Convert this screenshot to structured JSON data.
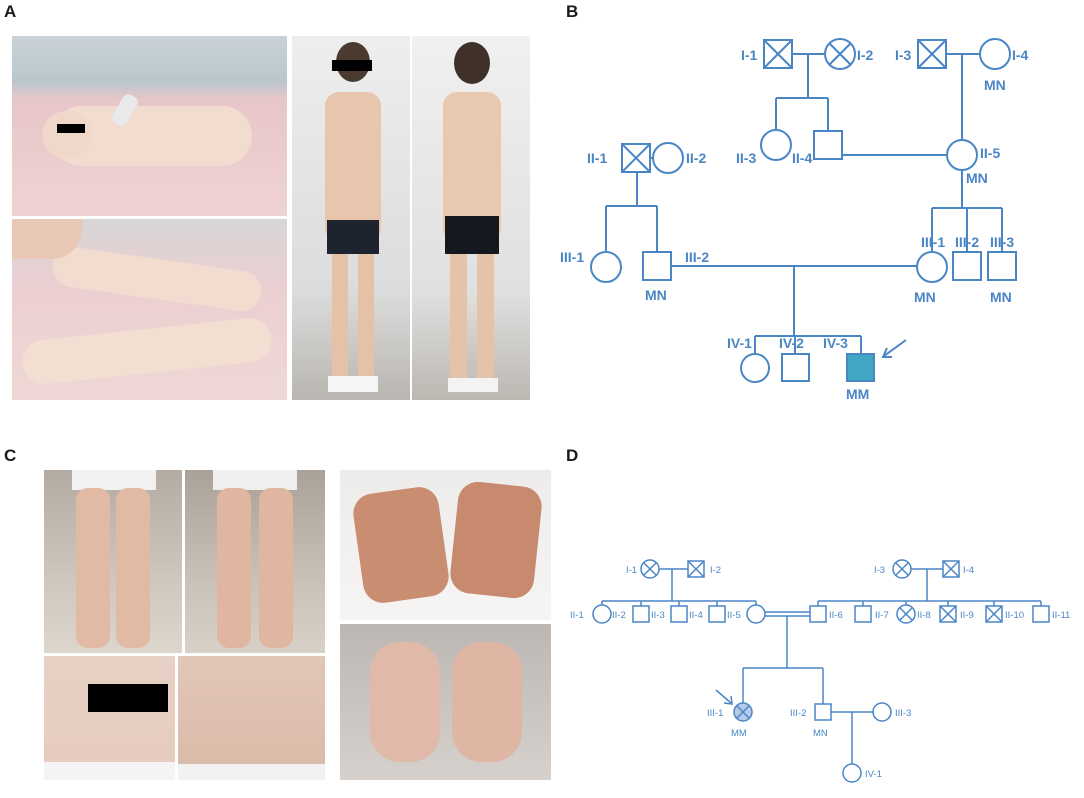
{
  "panels": {
    "a": "A",
    "b": "B",
    "c": "C",
    "d": "D"
  },
  "colors": {
    "pedigree_line": "#4a86c5",
    "affected_fill_b": "#3fa6c4",
    "affected_fill_d": "#b7c9ea"
  },
  "pedigree_b": {
    "labels": {
      "I1": "I-1",
      "I2": "I-2",
      "I3": "I-3",
      "I4": "I-4",
      "II1": "II-1",
      "II2": "II-2",
      "II3": "II-3",
      "II4": "II-4",
      "II5": "II-5",
      "III1a": "III-1",
      "III2a": "III-2",
      "III1b": "III-1",
      "III2b": "III-2",
      "III3b": "III-3",
      "IV1": "IV-1",
      "IV2": "IV-2",
      "IV3": "IV-3"
    },
    "genotypes": {
      "I4": "MN",
      "II5": "MN",
      "III2a": "MN",
      "III1b": "MN",
      "III3b": "MN",
      "IV3": "MM"
    }
  },
  "pedigree_d": {
    "labels": {
      "I1": "I-1",
      "I2": "I-2",
      "I3": "I-3",
      "I4": "I-4",
      "II1": "II-1",
      "II2": "II-2",
      "II3": "II-3",
      "II4": "II-4",
      "II5": "II-5",
      "II6": "II-6",
      "II7": "II-7",
      "II8": "II-8",
      "II9": "II-9",
      "II10": "II-10",
      "II11": "II-11",
      "III1": "III-1",
      "III2": "III-2",
      "III3": "III-3",
      "IV1": "IV-1"
    },
    "genotypes": {
      "III1": "MM",
      "III2": "MN"
    }
  }
}
